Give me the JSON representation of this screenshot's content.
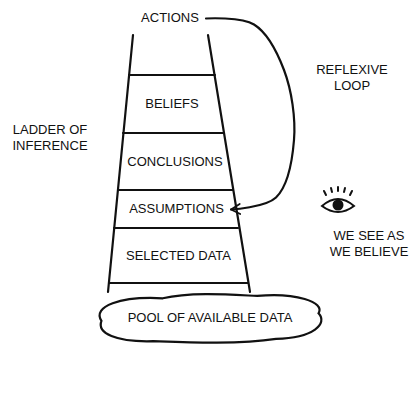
{
  "diagram": {
    "nodes": [
      {
        "text": [
          "ACTIONS"
        ]
      },
      {
        "text": [
          "BELIEFS"
        ]
      },
      {
        "text": [
          "CONCLUSIONS"
        ]
      },
      {
        "text": [
          "ASSUMPTIONS"
        ]
      },
      {
        "text": [
          "SELECTED DATA"
        ]
      },
      {
        "text": [
          "POOL OF AVAILABLE DATA"
        ]
      }
    ],
    "edges": [
      {
        "from": 0,
        "to": 3,
        "label": "REFLEXIVE LOOP",
        "arrow": "to"
      }
    ],
    "labels": [
      "LADDER OF INFERENCE",
      "WE SEE AS WE BELIEVE"
    ]
  }
}
